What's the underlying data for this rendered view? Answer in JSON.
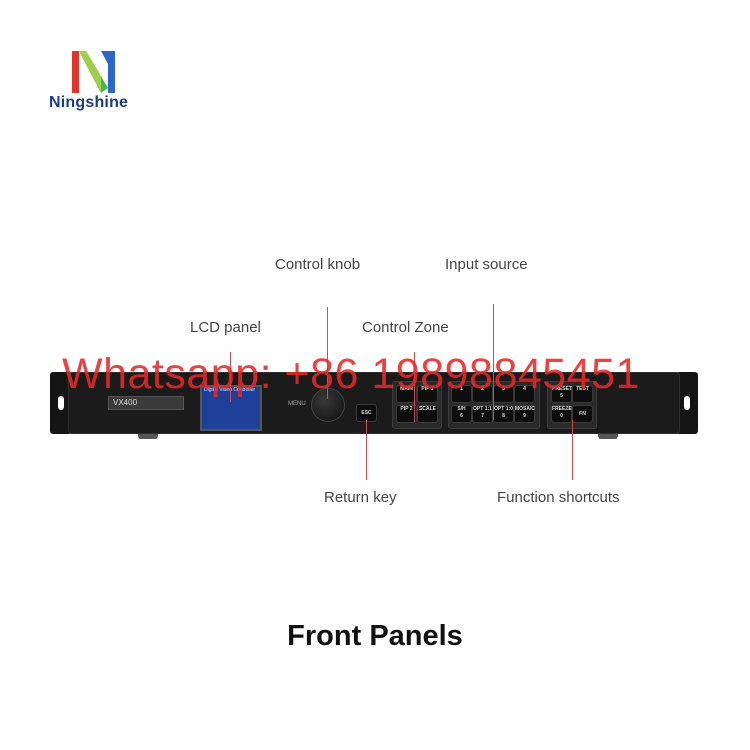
{
  "brand": {
    "name": "Ningshine"
  },
  "device": {
    "model_plate": "VX400",
    "menu_label": "MENU",
    "lcd_lines": [
      "",
      "",
      "",
      "",
      "",
      "Digital Video Controller"
    ],
    "buttons_left": [
      {
        "top": "MAIN",
        "bottom": "",
        "name": "main"
      },
      {
        "top": "PIP 1",
        "bottom": "",
        "name": "pip1"
      },
      {
        "top": "PIP 2",
        "bottom": "",
        "name": "pip2"
      },
      {
        "top": "SCALE",
        "bottom": "",
        "name": "scale"
      }
    ],
    "buttons_input": [
      {
        "top": "",
        "bottom": "1",
        "name": "input-1"
      },
      {
        "top": "",
        "bottom": "2",
        "name": "input-2"
      },
      {
        "top": "",
        "bottom": "3",
        "name": "input-3"
      },
      {
        "top": "",
        "bottom": "4",
        "name": "input-4"
      },
      {
        "top": "S/H",
        "bottom": "6",
        "name": "input-6"
      },
      {
        "top": "OPT 1:1",
        "bottom": "7",
        "name": "input-7"
      },
      {
        "top": "OPT 1:0",
        "bottom": "8",
        "name": "input-8"
      },
      {
        "top": "MOSAIC",
        "bottom": "9",
        "name": "input-9"
      }
    ],
    "buttons_fn": [
      {
        "top": "PRESET",
        "bottom": "5",
        "name": "preset"
      },
      {
        "top": "TEST",
        "bottom": "",
        "name": "test"
      },
      {
        "top": "FREEZE",
        "bottom": "0",
        "name": "freeze"
      },
      {
        "top": "FN",
        "bottom": "",
        "name": "fn"
      }
    ],
    "esc_label": "ESC"
  },
  "callouts": {
    "control_knob": "Control knob",
    "input_source": "Input source",
    "lcd_panel": "LCD panel",
    "control_zone": "Control Zone",
    "return_key": "Return key",
    "function_shortcuts": "Function shortcuts"
  },
  "watermark": "Whatsapp: +86 19898845451",
  "title": "Front Panels",
  "colors": {
    "callout_line": "#d24c4c",
    "watermark": "#e62828",
    "device": "#1b1b1b",
    "lcd": "#1e3f9a",
    "logo_text": "#1e3a8a"
  }
}
